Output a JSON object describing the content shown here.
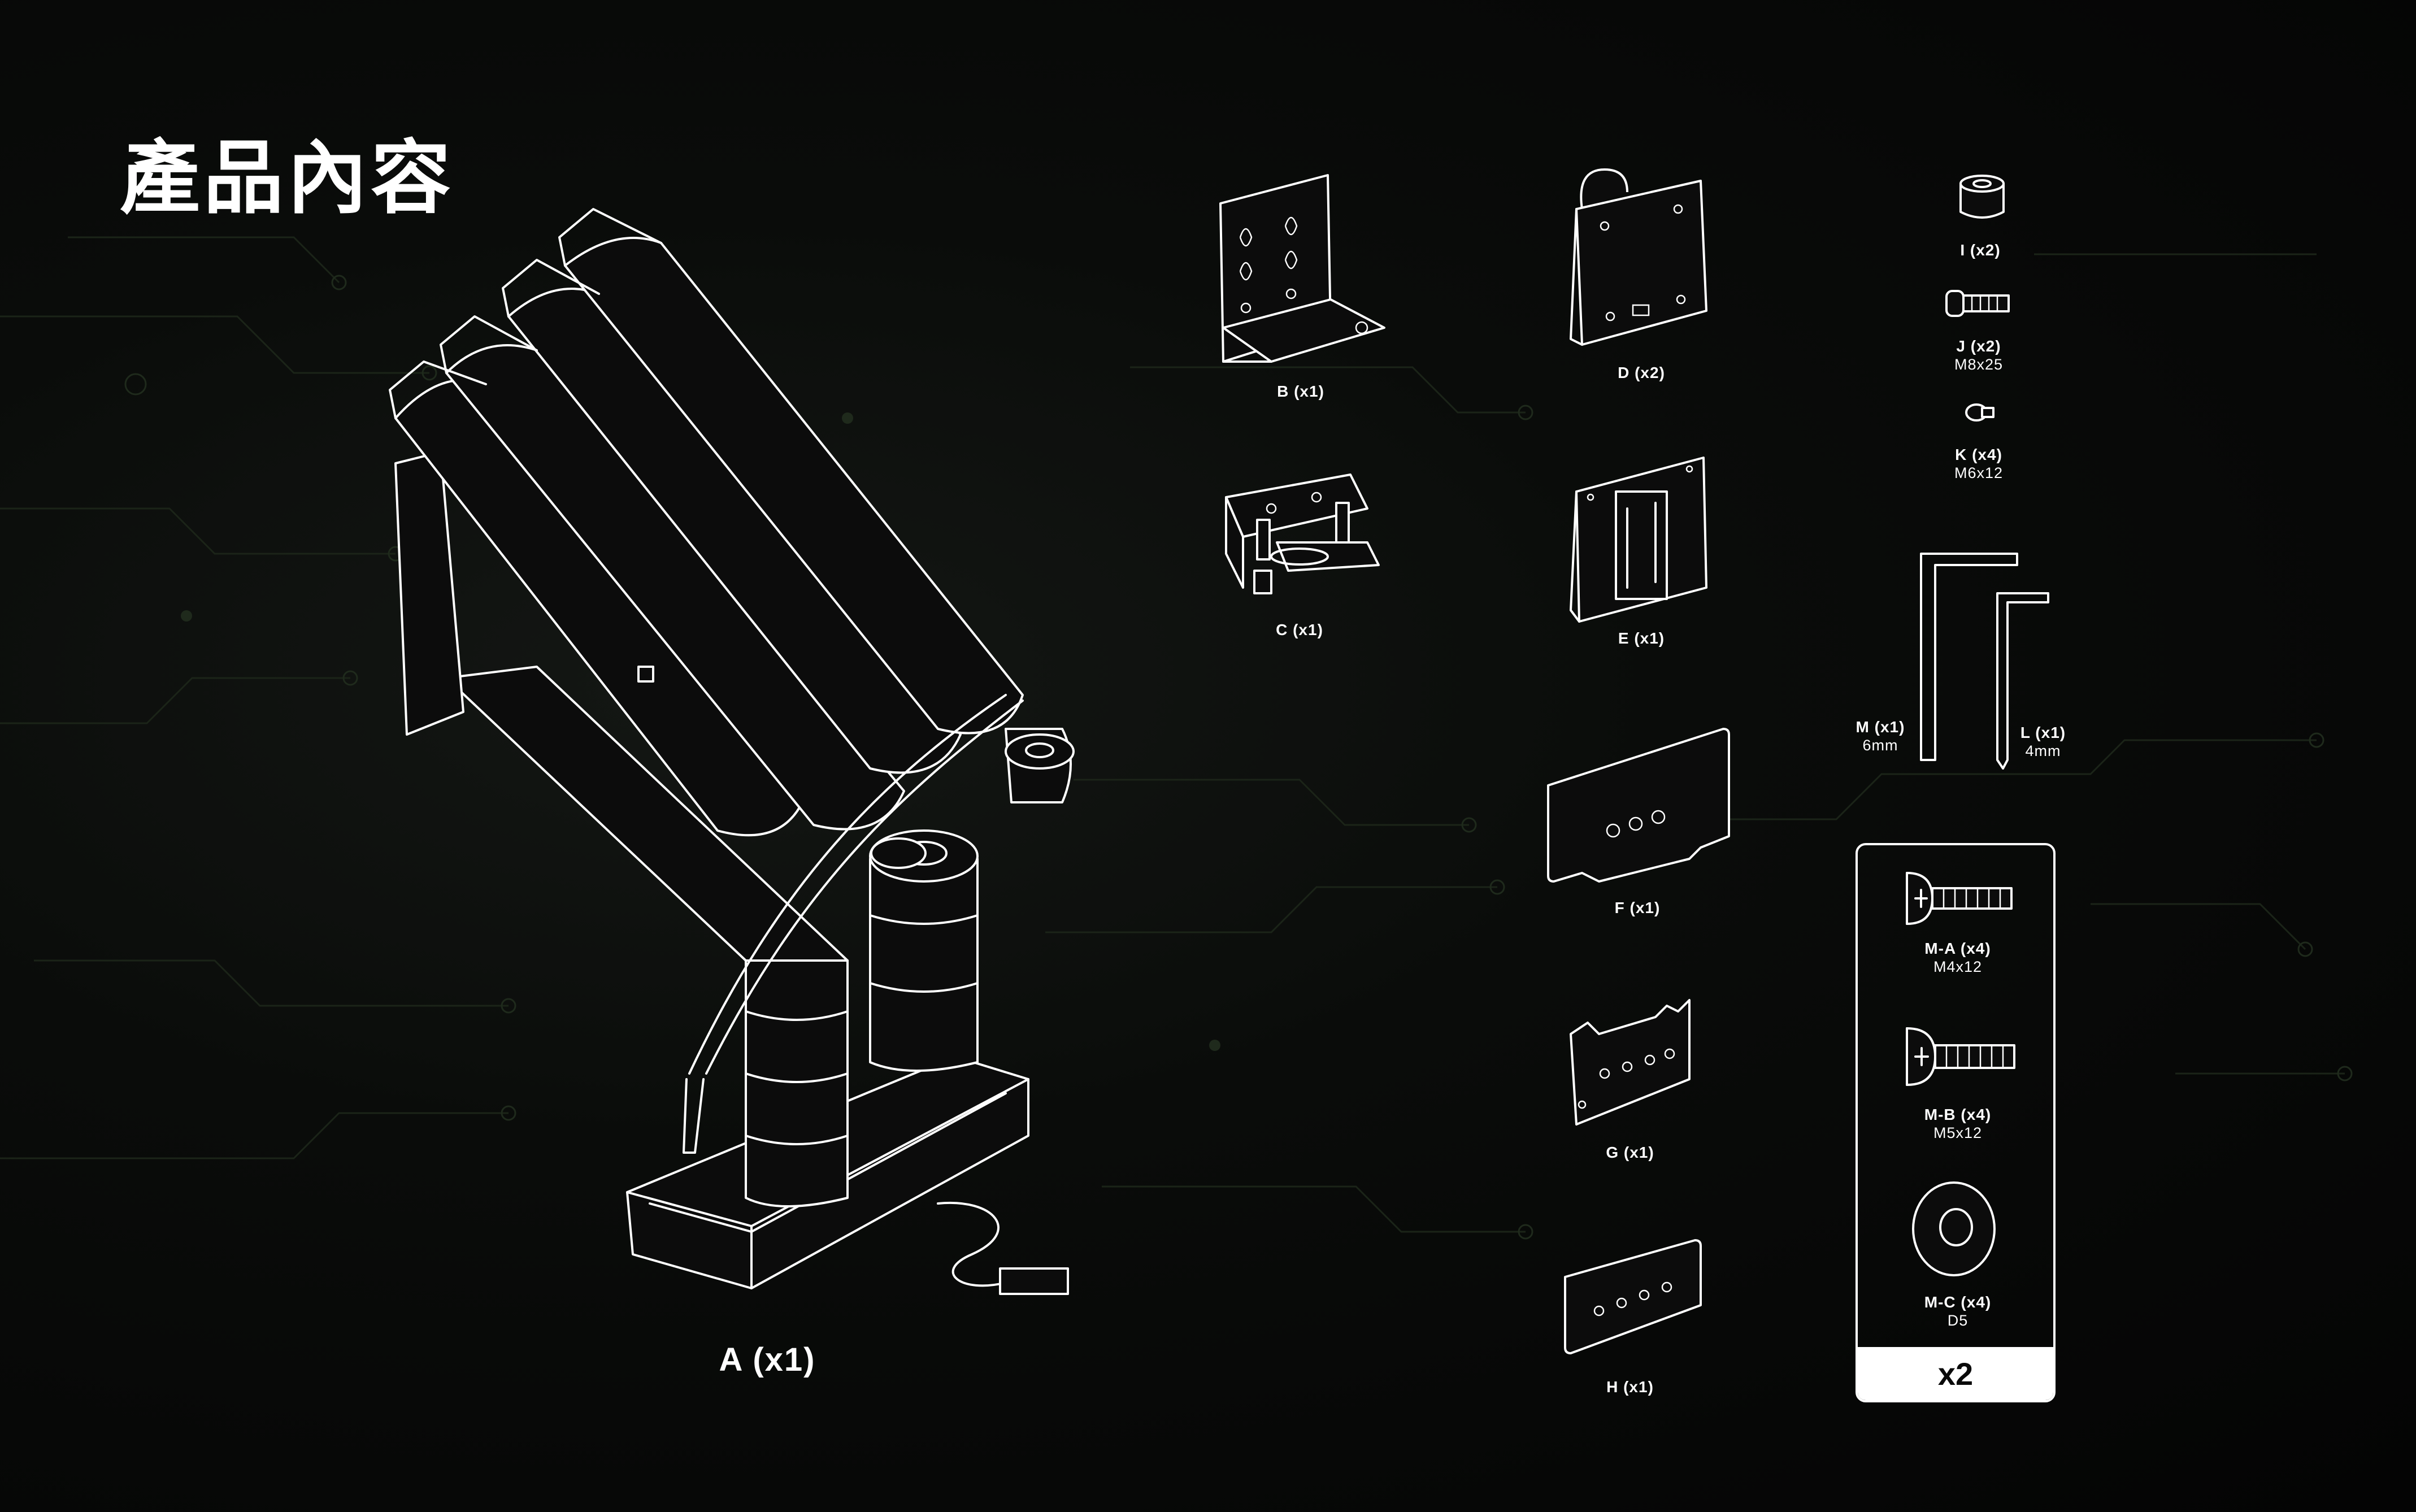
{
  "title": "產品內容",
  "colors": {
    "background": "#050505",
    "line": "#ffffff",
    "circuit": "#1f2a1c"
  },
  "parts": {
    "A": {
      "label": "A (x1)",
      "icon": "monitor-arm-icon"
    },
    "B": {
      "label": "B (x1)",
      "icon": "vesa-bracket-icon"
    },
    "C": {
      "label": "C (x1)",
      "icon": "clamp-bracket-icon"
    },
    "D": {
      "label": "D (x2)",
      "icon": "vesa-plate-icon"
    },
    "E": {
      "label": "E (x1)",
      "icon": "quick-release-icon"
    },
    "F": {
      "label": "F (x1)",
      "icon": "plate-icon"
    },
    "G": {
      "label": "G (x1)",
      "icon": "plate-icon"
    },
    "H": {
      "label": "H (x1)",
      "icon": "plate-icon"
    },
    "I": {
      "label": "I (x2)",
      "icon": "spacer-icon"
    },
    "J": {
      "label": "J (x2)",
      "spec": "M8x25",
      "icon": "bolt-icon"
    },
    "K": {
      "label": "K (x4)",
      "spec": "M6x12",
      "icon": "screw-icon"
    },
    "M": {
      "label": "M (x1)",
      "spec": "6mm",
      "icon": "allen-key-icon"
    },
    "L": {
      "label": "L (x1)",
      "spec": "4mm",
      "icon": "allen-key-icon"
    }
  },
  "hardware_kit": {
    "items": [
      {
        "label": "M-A (x4)",
        "spec": "M4x12",
        "icon": "screw-icon"
      },
      {
        "label": "M-B (x4)",
        "spec": "M5x12",
        "icon": "screw-icon"
      },
      {
        "label": "M-C (x4)",
        "spec": "D5",
        "icon": "washer-icon"
      }
    ],
    "multiplier": "x2"
  }
}
